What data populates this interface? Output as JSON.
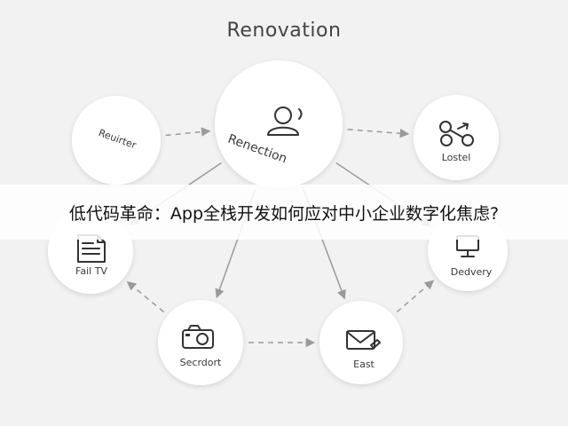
{
  "diagram": {
    "title": "Renovation",
    "nodes": [
      {
        "id": "center",
        "label": "Renection",
        "icon": "person-icon"
      },
      {
        "id": "router",
        "label": "Reuirter",
        "icon": ""
      },
      {
        "id": "lostel",
        "label": "Lostel",
        "icon": "link-icon"
      },
      {
        "id": "deldvery",
        "label": "Dedvery",
        "icon": "monitor-icon"
      },
      {
        "id": "east",
        "label": "East",
        "icon": "mail-icon"
      },
      {
        "id": "secondort",
        "label": "Secrdort",
        "icon": "camera-icon"
      },
      {
        "id": "failtv",
        "label": "Fail TV",
        "icon": "document-icon"
      }
    ],
    "edges": [
      {
        "from": "router",
        "to": "center",
        "style": "dashed"
      },
      {
        "from": "center",
        "to": "lostel",
        "style": "dashed"
      },
      {
        "from": "center",
        "to": "secondort",
        "style": "solid"
      },
      {
        "from": "center",
        "to": "east",
        "style": "solid"
      },
      {
        "from": "center",
        "to": "failtv",
        "style": "solid"
      },
      {
        "from": "center",
        "to": "deldvery",
        "style": "solid"
      },
      {
        "from": "secondort",
        "to": "east",
        "style": "dashed"
      },
      {
        "from": "east",
        "to": "deldvery",
        "style": "dashed"
      },
      {
        "from": "secondort",
        "to": "failtv",
        "style": "dashed"
      }
    ]
  },
  "overlay_caption": "低代码革命：App全栈开发如何应对中小企业数字化焦虑?",
  "colors": {
    "background": "#f2f2f2",
    "node_fill": "#ffffff",
    "edge": "#9a9a9a",
    "text": "#3a3a3a"
  }
}
